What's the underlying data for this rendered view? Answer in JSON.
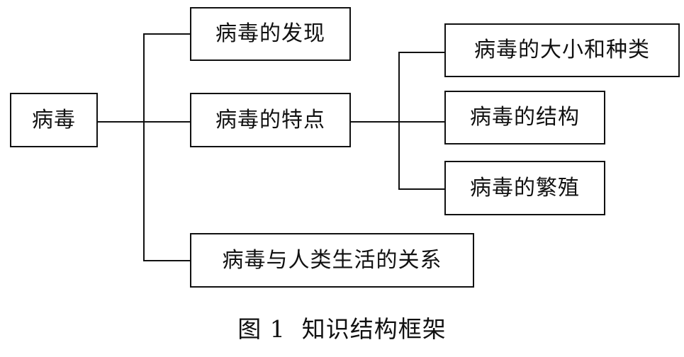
{
  "diagram": {
    "root": "病毒",
    "branches": {
      "discovery": "病毒的发现",
      "features": "病毒的特点",
      "relationship": "病毒与人类生活的关系"
    },
    "feature_items": {
      "size_and_types": "病毒的大小和种类",
      "structure": "病毒的结构",
      "reproduction": "病毒的繁殖"
    }
  },
  "caption": "图 1  知识结构框架"
}
